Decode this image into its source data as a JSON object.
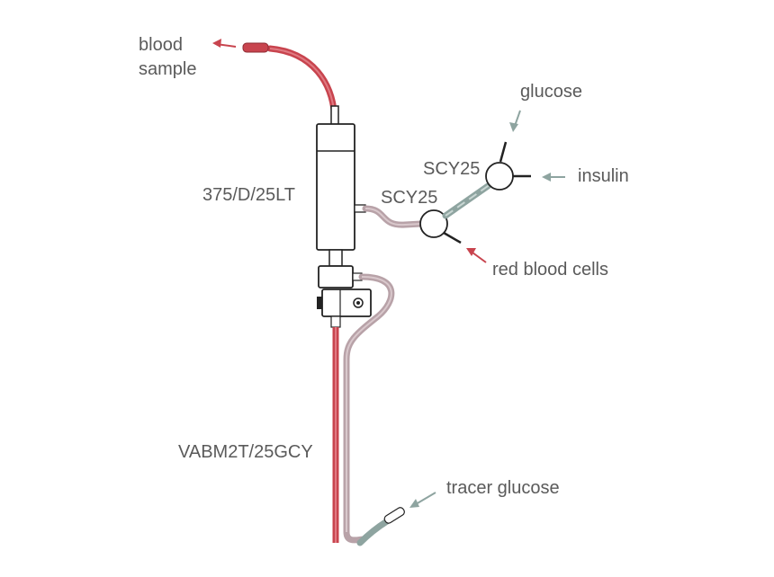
{
  "labels": {
    "blood_sample_line1": "blood",
    "blood_sample_line2": "sample",
    "catheter_top": "375/D/25LT",
    "connector_lower": "SCY25",
    "connector_upper": "SCY25",
    "glucose": "glucose",
    "insulin": "insulin",
    "red_blood_cells": "red blood cells",
    "catheter_bottom": "VABM2T/25GCY",
    "tracer_glucose": "tracer glucose"
  },
  "colors": {
    "blood_line": "#c8444e",
    "infusion_line": "#b8a2a8",
    "glucose_line": "#8ea4a0",
    "arrow_red": "#c8444e",
    "arrow_grey": "#8ea4a0",
    "outline": "#222222"
  }
}
